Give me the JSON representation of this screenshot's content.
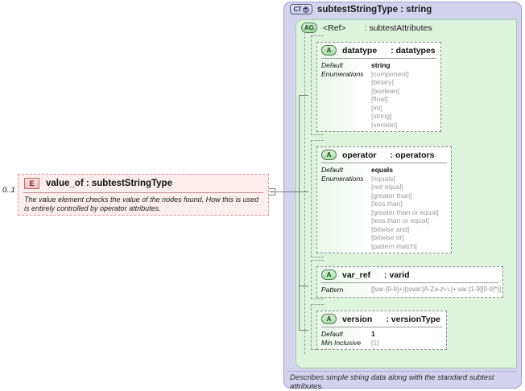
{
  "element": {
    "badge": "E",
    "badge_icon": "element-icon",
    "name": "value_of : subtestStringType",
    "cardinality": "0..1",
    "documentation": "The value element checks the value of the nodes found.  How this is used is entirely controlled by operator attributes."
  },
  "complex_type": {
    "badge": "CT",
    "badge_icon": "complextype-icon",
    "expand_icon": "+",
    "title": "subtestStringType : string",
    "footer": "Describes simple string data along with the standard subtest attributes."
  },
  "attribute_group": {
    "badge": "AG",
    "badge_icon": "attributegroup-icon",
    "ref": "<Ref>",
    "type": ": subtestAttributes"
  },
  "attributes": [
    {
      "badge": "A",
      "badge_icon": "attribute-icon",
      "name": "datatype",
      "type": ": datatypes",
      "facets": [
        {
          "label": "Default",
          "values": [
            "string"
          ],
          "style": "default"
        },
        {
          "label": "Enumerations",
          "values": [
            "[component]",
            "[binary]",
            "[boolean]",
            "[float]",
            "[int]",
            "[string]",
            "[version]"
          ],
          "style": "enum"
        }
      ]
    },
    {
      "badge": "A",
      "badge_icon": "attribute-icon",
      "name": "operator",
      "type": ": operators",
      "facets": [
        {
          "label": "Default",
          "values": [
            "equals"
          ],
          "style": "default"
        },
        {
          "label": "Enumerations",
          "values": [
            "[equals]",
            "[not equal]",
            "[greater than]",
            "[less than]",
            "[greater than or equal]",
            "[less than or equal]",
            "[bitwise and]",
            "[bitwise or]",
            "[pattern match]"
          ],
          "style": "enum"
        }
      ]
    },
    {
      "badge": "A",
      "badge_icon": "attribute-icon",
      "name": "var_ref",
      "type": ": varid",
      "facets": [
        {
          "label": "Pattern",
          "values": [
            "[[var-[0-9]+)|(oval:[A-Za-z\\-\\.]+:var:[1-9][0-9]*)]"
          ],
          "style": "pattern"
        }
      ]
    },
    {
      "badge": "A",
      "badge_icon": "attribute-icon",
      "name": "version",
      "type": ": versionType",
      "facets": [
        {
          "label": "Default",
          "values": [
            "1"
          ],
          "style": "default"
        },
        {
          "label": "Min Inclusive",
          "values": [
            "[1]"
          ],
          "style": "enum"
        }
      ]
    }
  ],
  "colors": {
    "complextype_panel": "#d3d3ef",
    "attributegroup_panel": "#ddf3dd",
    "element_box": "#fdeded",
    "connector": "#7a7a7a"
  }
}
